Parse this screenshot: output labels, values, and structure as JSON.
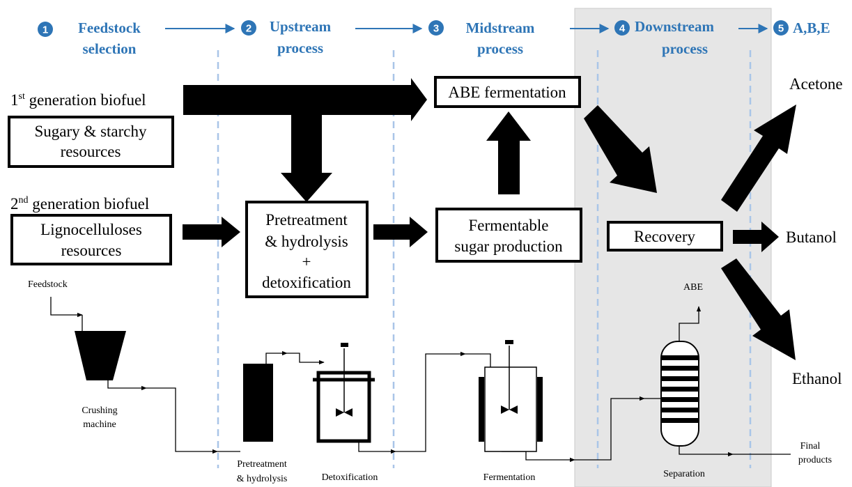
{
  "stages": [
    {
      "num": "1",
      "line1": "Feedstock",
      "line2": "selection"
    },
    {
      "num": "2",
      "line1": "Upstream",
      "line2": "process"
    },
    {
      "num": "3",
      "line1": "Midstream",
      "line2": "process"
    },
    {
      "num": "4",
      "line1": "Downstream",
      "line2": "process"
    },
    {
      "num": "5",
      "line1": "A,B,E",
      "line2": ""
    }
  ],
  "generations": {
    "first": {
      "num": "1",
      "sup": "st",
      "text": " generation biofuel"
    },
    "second": {
      "num": "2",
      "sup": "nd",
      "text": " generation biofuel"
    }
  },
  "boxes": {
    "sugary": {
      "line1": "Sugary & starchy",
      "line2": "resources"
    },
    "ligno": {
      "line1": "Lignocelluloses",
      "line2": "resources"
    },
    "pretreatment": {
      "line1": "Pretreatment",
      "line2": "& hydrolysis",
      "line3": "+",
      "line4": "detoxification"
    },
    "abe_fermentation": {
      "line1": "ABE fermentation"
    },
    "fermentable": {
      "line1": "Fermentable",
      "line2": "sugar production"
    },
    "recovery": {
      "line1": "Recovery"
    }
  },
  "products": {
    "acetone": "Acetone",
    "butanol": "Butanol",
    "ethanol": "Ethanol"
  },
  "equipment": {
    "feedstock": "Feedstock",
    "crushing1": "Crushing",
    "crushing2": "machine",
    "pretreat1": "Pretreatment",
    "pretreat2": "& hydrolysis",
    "detox": "Detoxification",
    "fermentation": "Fermentation",
    "separation": "Separation",
    "abe": "ABE",
    "final1": "Final",
    "final2": "products"
  },
  "colors": {
    "accent": "#2e75b6",
    "downstream_bg": "#e6e6e6",
    "divider": "#a9c5e8"
  }
}
